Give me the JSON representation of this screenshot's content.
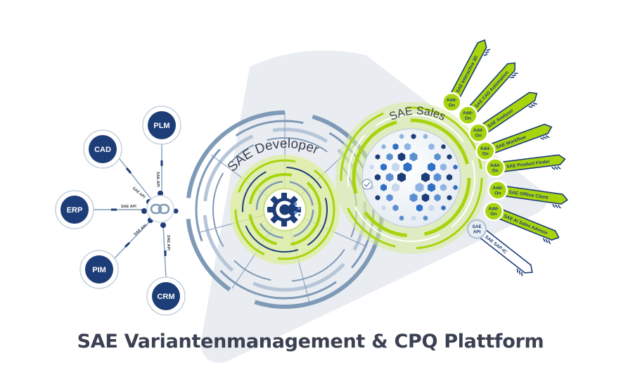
{
  "colors": {
    "navy": "#1d3d78",
    "steel": "#7e9ab7",
    "steel_light": "#b6c6d8",
    "lime": "#a8d40e",
    "lime_light": "#d7ec9a",
    "text_dark": "#3b4152",
    "triangle": "#e9ecf1"
  },
  "systems": {
    "plm": "PLM",
    "cad": "CAD",
    "erp": "ERP",
    "pim": "PIM",
    "crm": "CRM",
    "api_label": "SAE API"
  },
  "core": {
    "developer": "SAE Developer",
    "sales": "SAE Sales"
  },
  "addons": {
    "badge_line1": "Add-",
    "badge_line2": "On",
    "items": [
      "SAE Interactive 3D",
      "SAE CAD Automation",
      "SAE Analyzer",
      "SAE Workflow",
      "SAE Product Finder",
      "SAE Offline Client",
      "SAE AI Sales Advisor"
    ],
    "api_badge_line1": "SAE",
    "api_badge_line2": "API",
    "api_item": "SAE SAP-IC"
  },
  "footer": {
    "title": "SAE Variantenmanagement & CPQ Plattform"
  }
}
